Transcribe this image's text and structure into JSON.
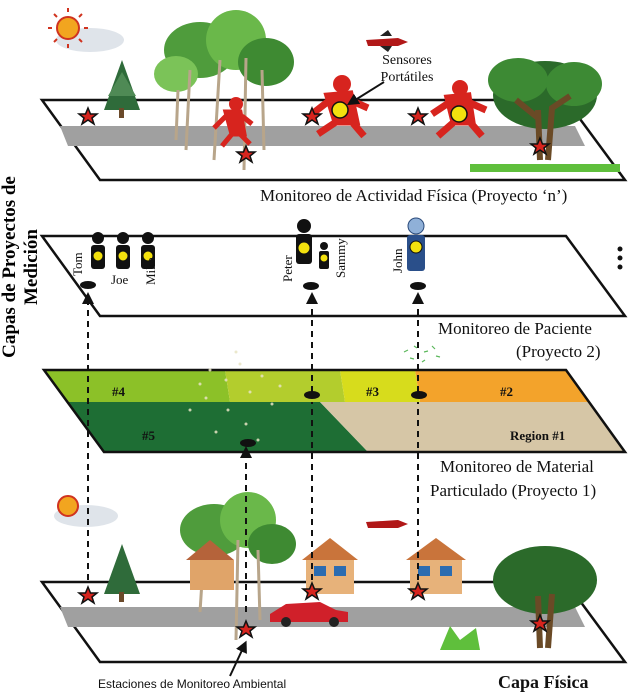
{
  "axis_label": "Capas de Proyectos de Medición",
  "layers": {
    "activity": {
      "title": "Monitoreo de Actividad Física (Proyecto ‘n’)",
      "sensor_label": "Sensores Portátiles"
    },
    "patient": {
      "title_line1": "Monitoreo de Paciente",
      "title_line2": "(Proyecto 2)",
      "names": [
        "Tom",
        "Joe",
        "Mike",
        "Peter",
        "Sammy",
        "John"
      ],
      "more": "⋮"
    },
    "particulate": {
      "title_line1": "Monitoreo de Material",
      "title_line2": "Particulado (Proyecto 1)",
      "regions": [
        "#4",
        "#3",
        "#2",
        "#5",
        "Region #1"
      ]
    },
    "physical": {
      "title": "Capa Física",
      "stations_label": "Estaciones de Monitoreo Ambiental"
    }
  },
  "colors": {
    "region1": "#d6c6a6",
    "region2": "#f3a32b",
    "region3": "#d7dc1c",
    "region4": "#8cc128",
    "region5": "#1e6e34",
    "road": "#9a9a9a",
    "runner": "#d7241e"
  }
}
